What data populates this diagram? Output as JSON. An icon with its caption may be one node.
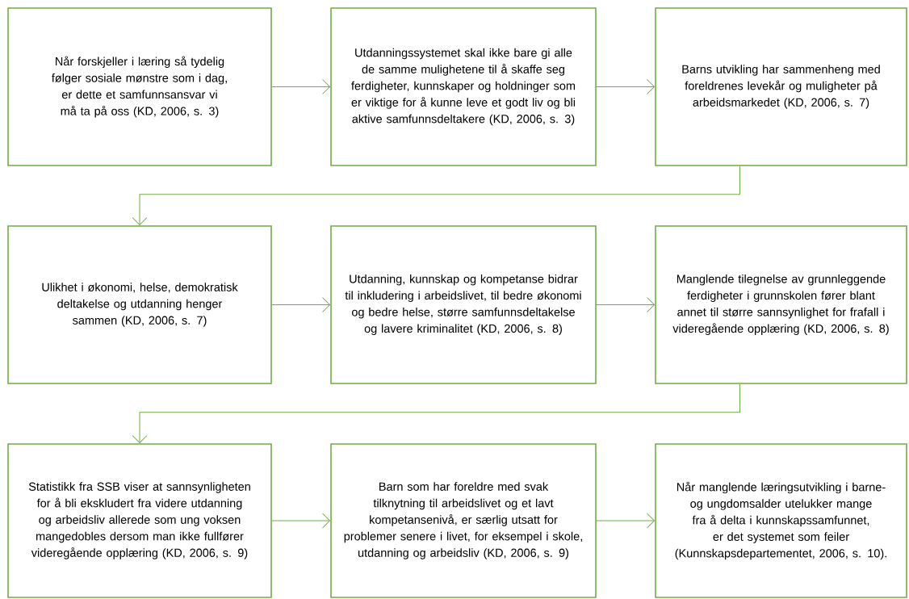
{
  "diagram": {
    "nodes": [
      {
        "text": [
          "Når forskjeller i læring så tydelig følger sosiale mønstre som i dag, er dette et samfunnsansvar vi må ta på oss (KD, 2006, s. 3)"
        ]
      },
      {
        "text": [
          "Utdanningssystemet skal ikke bare gi alle de samme mulighetene til å skaffe seg ferdigheter, kunnskaper og holdninger som er viktige for å kunne leve et godt liv og bli aktive samfunnsdeltakere (KD, 2006, s. 3)"
        ]
      },
      {
        "text": [
          "Barns utvikling har sammenheng med foreldrenes levekår og muligheter på arbeidsmarkedet (KD, 2006, s. 7)"
        ]
      },
      {
        "text": [
          "Ulikhet i økonomi, helse, demokratisk deltakelse og utdanning henger sammen (KD, 2006, s. 7)"
        ]
      },
      {
        "text": [
          "Utdanning, kunnskap og kompetanse bidrar til inkludering i arbeidslivet, til bedre økonomi og bedre helse, større samfunnsdeltakelse og lavere kriminalitet (KD, 2006, s. 8)"
        ]
      },
      {
        "text": [
          "Manglende tilegnelse av grunnleggende ferdigheter i grunnskolen fører blant annet til større sannsynlighet for frafall i videregående opplæring (KD, 2006, s. 8)"
        ]
      },
      {
        "text": [
          "Statistikk fra SSB viser at sannsynligheten for å bli ekskludert fra videre utdanning og arbeidsliv allerede som ung voksen mangedobles dersom man ikke fullfører videregående opplæring (KD, 2006, s. 9)"
        ]
      },
      {
        "text": [
          "Barn som har foreldre med svak tilknytning til arbeidslivet og et lavt kompetansenivå, er særlig utsatt for problemer senere i livet, for eksempel i skole, utdanning og arbeidsliv (KD, 2006, s. 9)"
        ]
      },
      {
        "text": [
          "Når manglende læringsutvikling i barne- og ungdomsalder utelukker mange fra å delta i kunnskapssamfunnet, er det systemet som feiler (Kunnskapsdepartementet, 2006, s. 10)."
        ]
      }
    ],
    "edges": [
      {
        "from": 0,
        "to": 1,
        "arrow": "to"
      },
      {
        "from": 1,
        "to": 2,
        "arrow": "to"
      },
      {
        "from": 2,
        "to": 3,
        "arrow": "to"
      },
      {
        "from": 3,
        "to": 4,
        "arrow": "to"
      },
      {
        "from": 4,
        "to": 5,
        "arrow": "to"
      },
      {
        "from": 5,
        "to": 6,
        "arrow": "to"
      },
      {
        "from": 6,
        "to": 7,
        "arrow": "to"
      },
      {
        "from": 7,
        "to": 8,
        "arrow": "to"
      }
    ]
  }
}
